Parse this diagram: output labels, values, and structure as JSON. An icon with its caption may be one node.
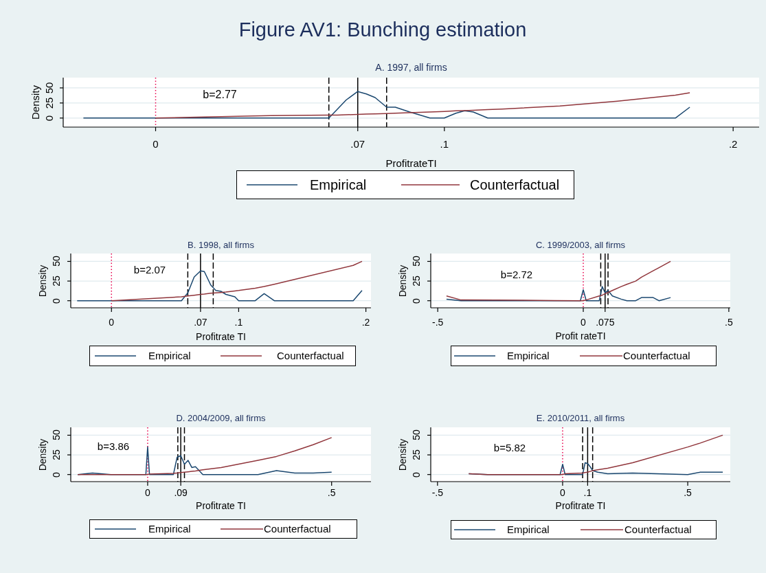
{
  "diagram": {
    "title": "Figure AV1: Bunching estimation",
    "chart_data": [
      {
        "type": "line",
        "title": "A. 1997, all firms",
        "xlabel": "ProfitrateTI",
        "ylabel": "Density",
        "xlim": [
          -0.032,
          0.209
        ],
        "ylim": [
          -15,
          67
        ],
        "xticks": [
          {
            "value": 0,
            "label": "0"
          },
          {
            "value": 0.07,
            "label": ".07"
          },
          {
            "value": 0.1,
            "label": ".1"
          },
          {
            "value": 0.2,
            "label": ".2"
          }
        ],
        "yticks": [
          0,
          25,
          50
        ],
        "grid": true,
        "legend": true,
        "annotations": [
          "b=2.77"
        ],
        "ref_lines": [
          {
            "axis": "x",
            "value": 0,
            "color": "#e8004c"
          },
          {
            "axis": "x",
            "value": 0.06,
            "color": "#000000"
          },
          {
            "axis": "x",
            "value": 0.07,
            "color": "#000000"
          },
          {
            "axis": "x",
            "value": 0.08,
            "color": "#000000"
          }
        ],
        "x": [
          -0.025,
          0,
          0.02,
          0.04,
          0.06,
          0.063,
          0.066,
          0.07,
          0.073,
          0.076,
          0.08,
          0.083,
          0.088,
          0.095,
          0.1,
          0.104,
          0.107,
          0.11,
          0.115,
          0.12,
          0.14,
          0.16,
          0.18,
          0.185
        ],
        "series": [
          {
            "name": "Empirical",
            "color": "#1a476f",
            "values": [
              0,
              0,
              0,
              0,
              0,
              15,
              30,
              44,
              40,
              34,
              18,
              18,
              10,
              0,
              0,
              8,
              12,
              10,
              0,
              0,
              0,
              0,
              0,
              18
            ]
          },
          {
            "name": "Counterfactual",
            "color": "#90353b",
            "values": [
              null,
              0,
              2,
              4,
              5,
              5,
              5.5,
              6,
              6.5,
              7,
              7.5,
              8,
              9,
              10,
              11,
              12,
              12.5,
              13,
              14,
              15,
              20,
              28,
              38,
              42
            ]
          }
        ]
      },
      {
        "type": "line",
        "title": "B. 1998, all firms",
        "xlabel": "Profitrate TI",
        "ylabel": "Density",
        "xlim": [
          -0.032,
          0.204
        ],
        "ylim": [
          -9,
          60
        ],
        "xticks": [
          {
            "value": 0,
            "label": "0"
          },
          {
            "value": 0.07,
            "label": ".07"
          },
          {
            "value": 0.1,
            "label": ".1"
          },
          {
            "value": 0.2,
            "label": ".2"
          }
        ],
        "yticks": [
          0,
          25,
          50
        ],
        "grid": true,
        "legend": true,
        "annotations": [
          "b=2.07"
        ],
        "ref_lines": [
          {
            "axis": "x",
            "value": 0,
            "color": "#e8004c"
          },
          {
            "axis": "x",
            "value": 0.06,
            "color": "#000000"
          },
          {
            "axis": "x",
            "value": 0.07,
            "color": "#000000"
          },
          {
            "axis": "x",
            "value": 0.08,
            "color": "#000000"
          }
        ],
        "x": [
          -0.027,
          0,
          0.055,
          0.06,
          0.065,
          0.07,
          0.073,
          0.078,
          0.082,
          0.086,
          0.09,
          0.097,
          0.1,
          0.113,
          0.12,
          0.128,
          0.19,
          0.197
        ],
        "series": [
          {
            "name": "Empirical",
            "color": "#1a476f",
            "values": [
              0,
              0,
              0,
              10,
              30,
              38,
              37,
              20,
              13,
              12,
              8,
              5,
              0,
              0,
              9,
              0,
              0,
              13
            ]
          },
          {
            "name": "Counterfactual",
            "color": "#90353b",
            "values": [
              null,
              0,
              5,
              6,
              7,
              8,
              8.5,
              9.5,
              10,
              10.5,
              11,
              12.5,
              13,
              16,
              18,
              21,
              45,
              50
            ]
          }
        ]
      },
      {
        "type": "line",
        "title": "C. 1999/2003, all firms",
        "xlabel": "Profit rateTI",
        "ylabel": "Density",
        "xlim": [
          -0.524,
          0.505
        ],
        "ylim": [
          -9,
          60
        ],
        "xticks": [
          {
            "value": -0.5,
            "label": "-.5"
          },
          {
            "value": 0,
            "label": "0"
          },
          {
            "value": 0.075,
            "label": ".075"
          },
          {
            "value": 0.5,
            "label": ".5"
          }
        ],
        "yticks": [
          0,
          25,
          50
        ],
        "grid": true,
        "legend": true,
        "annotations": [
          "b=2.72"
        ],
        "ref_lines": [
          {
            "axis": "x",
            "value": 0,
            "color": "#e8004c"
          },
          {
            "axis": "x",
            "value": 0.06,
            "color": "#000000"
          },
          {
            "axis": "x",
            "value": 0.075,
            "color": "#000000"
          },
          {
            "axis": "x",
            "value": 0.085,
            "color": "#000000"
          }
        ],
        "x": [
          -0.47,
          -0.42,
          -0.3,
          -0.1,
          -0.01,
          0,
          0.01,
          0.055,
          0.065,
          0.075,
          0.085,
          0.1,
          0.13,
          0.15,
          0.18,
          0.2,
          0.24,
          0.26,
          0.3
        ],
        "series": [
          {
            "name": "Empirical",
            "color": "#1a476f",
            "values": [
              2,
              0,
              0,
              0,
              0,
              14,
              0,
              0,
              18,
              10,
              13,
              6,
              2,
              0,
              0,
              4,
              4,
              0,
              4
            ]
          },
          {
            "name": "Counterfactual",
            "color": "#90353b",
            "values": [
              6,
              1,
              0.8,
              0.3,
              0,
              0,
              1,
              6,
              7,
              9,
              10.5,
              13,
              18,
              21,
              25,
              30,
              38,
              42,
              50
            ]
          }
        ]
      },
      {
        "type": "line",
        "title": "D. 2004/2009, all firms",
        "xlabel": "Profitrate TI",
        "ylabel": "Density",
        "xlim": [
          -0.209,
          0.607
        ],
        "ylim": [
          -9,
          60
        ],
        "xticks": [
          {
            "value": 0,
            "label": "0"
          },
          {
            "value": 0.09,
            "label": ".09"
          },
          {
            "value": 0.5,
            "label": ".5"
          }
        ],
        "yticks": [
          0,
          25,
          50
        ],
        "grid": true,
        "legend": true,
        "annotations": [
          "b=3.86"
        ],
        "ref_lines": [
          {
            "axis": "x",
            "value": 0,
            "color": "#e8004c"
          },
          {
            "axis": "x",
            "value": 0.082,
            "color": "#000000"
          },
          {
            "axis": "x",
            "value": 0.09,
            "color": "#000000"
          },
          {
            "axis": "x",
            "value": 0.1,
            "color": "#000000"
          }
        ],
        "x": [
          -0.19,
          -0.15,
          -0.1,
          -0.005,
          0,
          0.005,
          0.07,
          0.08,
          0.09,
          0.1,
          0.11,
          0.12,
          0.13,
          0.15,
          0.2,
          0.3,
          0.35,
          0.4,
          0.45,
          0.5
        ],
        "series": [
          {
            "name": "Empirical",
            "color": "#1a476f",
            "values": [
              0,
              2,
              0,
              0,
              35,
              0,
              0,
              22,
              24,
              13,
              18,
              9,
              10,
              0,
              0,
              0,
              5,
              2,
              2,
              3
            ]
          },
          {
            "name": "Counterfactual",
            "color": "#90353b",
            "values": [
              0,
              0,
              0,
              0,
              0,
              0.5,
              1.5,
              2,
              2.5,
              3,
              3.5,
              4,
              4.5,
              6,
              9,
              18,
              23,
              30,
              38,
              47
            ]
          }
        ]
      },
      {
        "type": "line",
        "title": "E. 2010/2011, all firms",
        "xlabel": "Profitrate TI",
        "ylabel": "Density",
        "xlim": [
          -0.527,
          0.67
        ],
        "ylim": [
          -9,
          60
        ],
        "xticks": [
          {
            "value": -0.5,
            "label": "-.5"
          },
          {
            "value": 0,
            "label": "0"
          },
          {
            "value": 0.1,
            "label": ".1"
          },
          {
            "value": 0.5,
            "label": ".5"
          }
        ],
        "yticks": [
          0,
          25,
          50
        ],
        "grid": true,
        "legend": true,
        "annotations": [
          "b=5.82"
        ],
        "ref_lines": [
          {
            "axis": "x",
            "value": 0,
            "color": "#e8004c"
          },
          {
            "axis": "x",
            "value": 0.08,
            "color": "#000000"
          },
          {
            "axis": "x",
            "value": 0.1,
            "color": "#000000"
          },
          {
            "axis": "x",
            "value": 0.12,
            "color": "#000000"
          }
        ],
        "x": [
          -0.375,
          -0.3,
          -0.2,
          -0.01,
          0,
          0.01,
          0.08,
          0.09,
          0.1,
          0.11,
          0.12,
          0.14,
          0.18,
          0.28,
          0.5,
          0.55,
          0.64
        ],
        "series": [
          {
            "name": "Empirical",
            "color": "#1a476f",
            "values": [
              1,
              0,
              0,
              0,
              13,
              0,
              0,
              15,
              14,
              10,
              5,
              3,
              1,
              2,
              0,
              3,
              3
            ]
          },
          {
            "name": "Counterfactual",
            "color": "#90353b",
            "values": [
              1,
              0,
              0,
              0,
              0,
              1,
              2,
              2.5,
              3,
              4,
              5,
              6,
              8,
              15,
              35,
              40,
              50
            ]
          }
        ]
      }
    ]
  }
}
